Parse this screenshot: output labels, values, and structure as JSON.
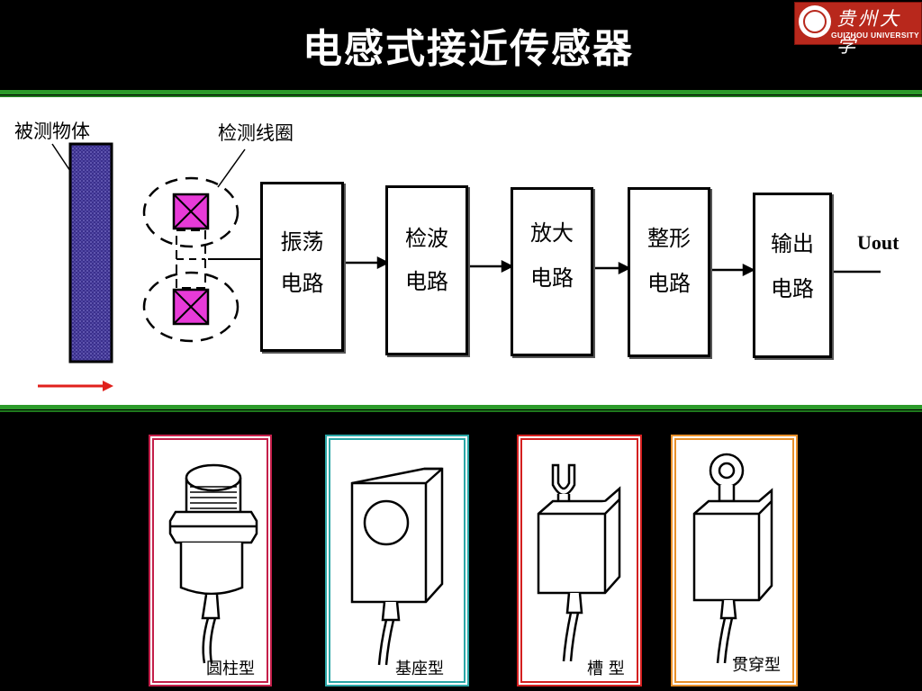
{
  "header": {
    "title": "电感式接近传感器",
    "logo": {
      "name_cn": "贵州大学",
      "name_en": "GUIZHOU UNIVERSITY",
      "color": "#b8281c"
    }
  },
  "diagram": {
    "target_label": "被测物体",
    "coil_label": "检测线圈",
    "blocks": [
      {
        "line1": "振荡",
        "line2": "电路"
      },
      {
        "line1": "检波",
        "line2": "电路"
      },
      {
        "line1": "放大",
        "line2": "电路"
      },
      {
        "line1": "整形",
        "line2": "电路"
      },
      {
        "line1": "输出",
        "line2": "电路"
      }
    ],
    "output_label": "Uout",
    "colors": {
      "target": "#3a2f8c",
      "coil": "#e83ad8",
      "motion_arrow": "#e0201c",
      "rule": "#2c9a2a"
    }
  },
  "sensor_types": [
    {
      "label": "圆柱型",
      "frame_color": "#c41f4a"
    },
    {
      "label": "基座型",
      "frame_color": "#2aa6a6"
    },
    {
      "label": "槽 型",
      "frame_color": "#d42020"
    },
    {
      "label": "贯穿型",
      "frame_color": "#e8902a"
    }
  ]
}
